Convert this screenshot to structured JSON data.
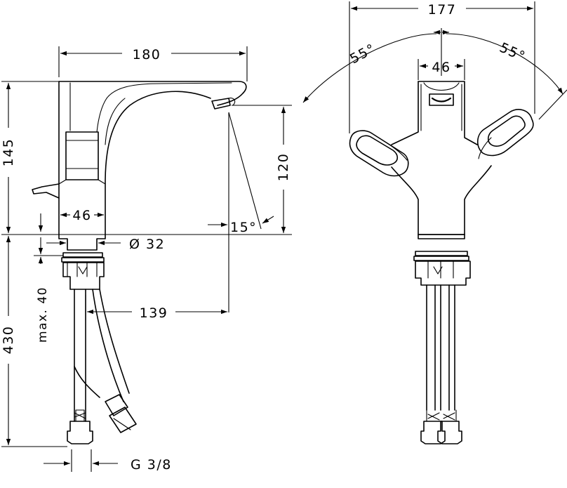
{
  "dimensions": {
    "spout_length": "180",
    "height_total": "145",
    "spout_height": "120",
    "lever_width": "46",
    "angle_spout": "15°",
    "base_diameter": "Ø 32",
    "counter_max": "max. 40",
    "tail_length": "430",
    "spout_reach": "139",
    "thread": "G 3/8",
    "top_width": "177",
    "angle_left": "55°",
    "angle_right": "55°",
    "top_body_width": "46"
  },
  "colors": {
    "ink": "#000000",
    "paper": "#ffffff"
  }
}
